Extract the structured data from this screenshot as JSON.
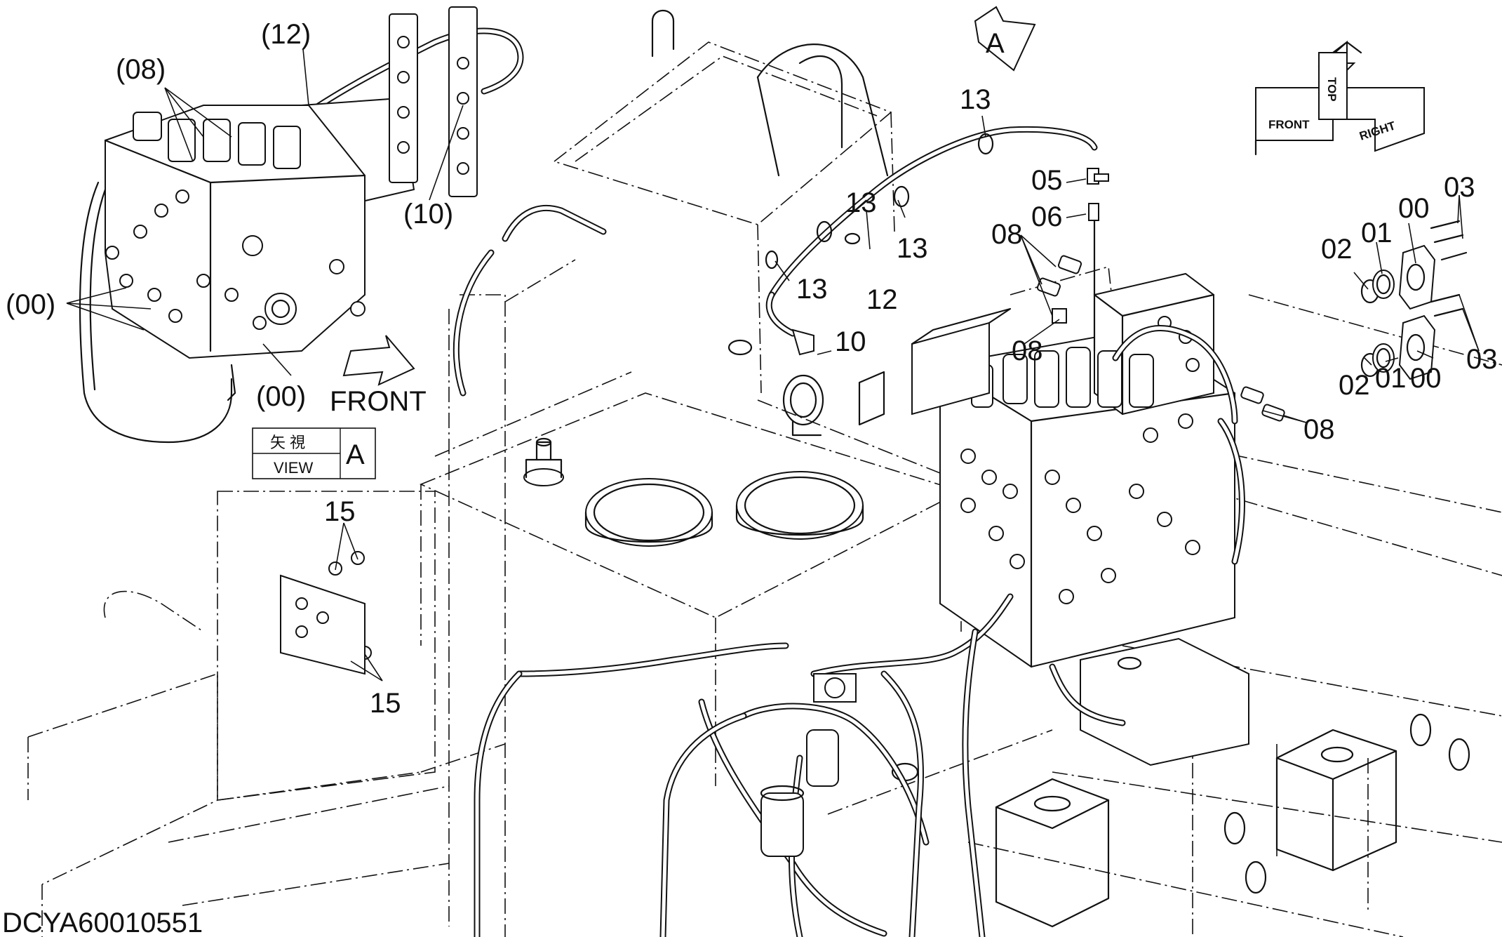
{
  "drawing_number": "DCYA60010551",
  "view": {
    "arrow_label": "A",
    "box_top_text": "矢 視",
    "box_bottom_text": "VIEW",
    "box_letter": "A"
  },
  "front_arrow_label": "FRONT",
  "orientation": {
    "front": "FRONT",
    "right": "RIGHT",
    "top": "TOP"
  },
  "callouts": {
    "c12_paren": "(12)",
    "c08_paren": "(08)",
    "c00_paren_left": "(00)",
    "c00_paren_bottom": "(00)",
    "c10_paren": "(10)",
    "c13_top": "13",
    "c05": "05",
    "c06": "06",
    "c13_mid": "13",
    "c13_right": "13",
    "c08_upper": "08",
    "c13_low": "13",
    "c12": "12",
    "c10": "10",
    "c08_lower": "08",
    "c02_upper": "02",
    "c01_upper": "01",
    "c00_upper": "00",
    "c03_upper": "03",
    "c03_lower": "03",
    "c08_right": "08",
    "c02_lower": "02",
    "c01_lower": "01",
    "c00_lower": "00",
    "c15_upper": "15",
    "c15_lower": "15"
  }
}
